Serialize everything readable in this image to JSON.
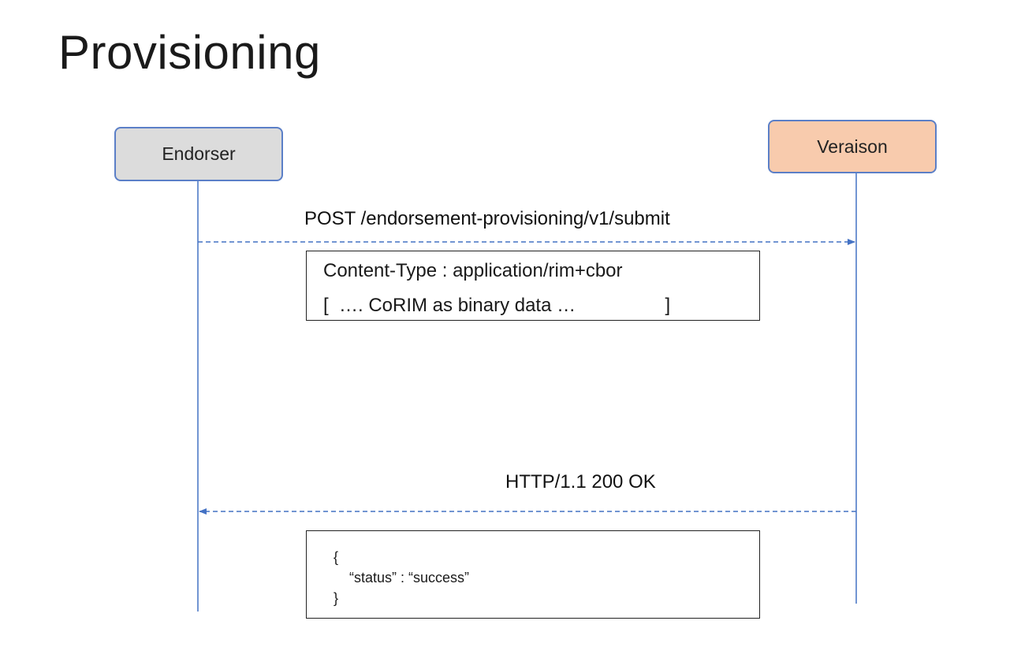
{
  "slide": {
    "title": "Provisioning"
  },
  "actors": {
    "endorser": {
      "label": "Endorser",
      "color": "#dcdcdc"
    },
    "veraison": {
      "label": "Veraison",
      "color": "#f8cbad"
    }
  },
  "request": {
    "label": "POST /endorsement-provisioning/v1/submit",
    "payload_lines": [
      "Content-Type : application/rim+cbor",
      "[  …. CoRIM as binary data …                 ]"
    ]
  },
  "response": {
    "label": "HTTP/1.1 200 OK",
    "payload_lines": [
      "{",
      "    “status” : “success”",
      "}"
    ]
  },
  "colors": {
    "line": "#4472c4",
    "box_border": "#5b7fc7"
  }
}
